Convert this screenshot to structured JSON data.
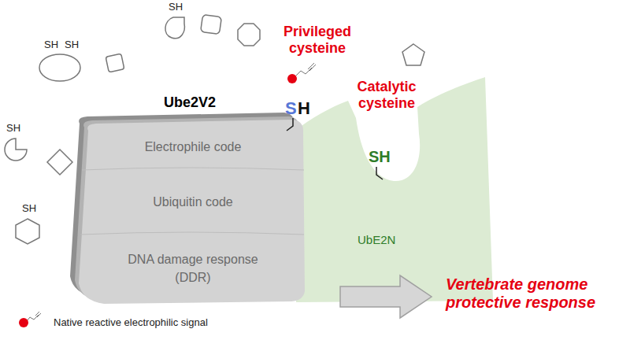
{
  "diagram": {
    "nodes": [
      {
        "text": [
          "Ube2V2"
        ]
      },
      {
        "text": [
          "Electrophile code"
        ],
        "in": 0
      },
      {
        "text": [
          "Ubiquitin code"
        ],
        "in": 0
      },
      {
        "text": [
          "DNA damage response (DDR)"
        ],
        "in": 0
      },
      {
        "text": [
          "UbE2N"
        ]
      }
    ],
    "labels": [
      "SH",
      "SH",
      "SH",
      "SH",
      "SH",
      "Privileged cysteine",
      "S",
      "H",
      "Catalytic cysteine",
      "SH",
      "Vertebrate genome protective response"
    ],
    "legend": [
      {
        "text": "Native reactive electrophilic signal",
        "color": "#e60012"
      }
    ]
  }
}
